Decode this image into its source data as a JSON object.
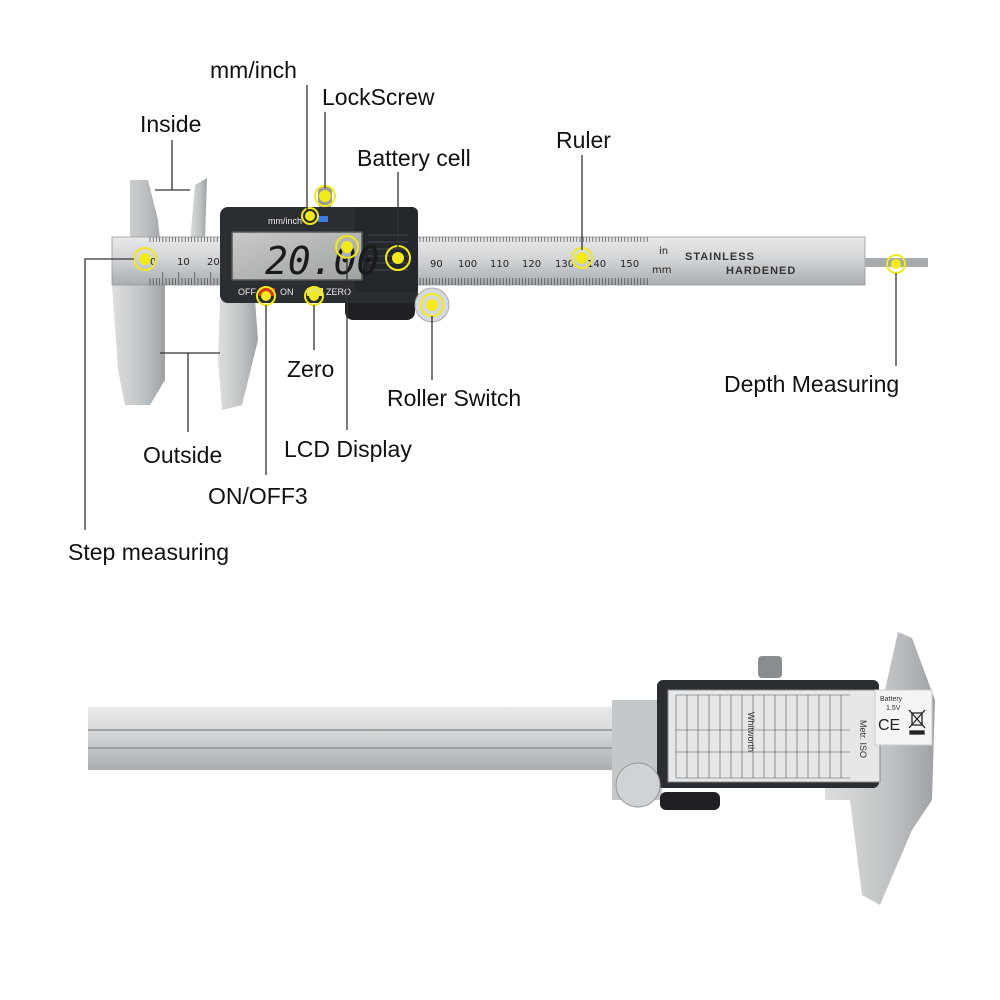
{
  "labels": {
    "mm_inch": "mm/inch",
    "lockscrew": "LockScrew",
    "inside": "Inside",
    "battery_cell": "Battery cell",
    "ruler": "Ruler",
    "zero": "Zero",
    "roller_switch": "Roller Switch",
    "depth_measuring": "Depth Measuring",
    "outside": "Outside",
    "lcd_display": "LCD Display",
    "on_off": "ON/OFF3",
    "step_measuring": "Step measuring"
  },
  "caliper_front": {
    "display_reading": "20.00",
    "unit_button": "mm/inch",
    "off_label": "OFF",
    "on_label": "ON",
    "zero_label": "ZERO",
    "beam_text_1": "STAINLESS",
    "beam_text_2": "HARDENED",
    "unit_in": "in",
    "unit_mm": "mm",
    "scale_mm": [
      "0",
      "10",
      "20",
      "90",
      "100",
      "110",
      "120",
      "130",
      "140",
      "150"
    ]
  },
  "caliper_back": {
    "table_title": "Metr. ISO",
    "table_title_2": "Whitworth",
    "battery": "Battery",
    "battery_voltage": "1.5V",
    "ce_mark": "CE"
  },
  "colors": {
    "highlight": "#f2ea1a",
    "steel": "#c9cccf",
    "body": "#2a2d31"
  }
}
